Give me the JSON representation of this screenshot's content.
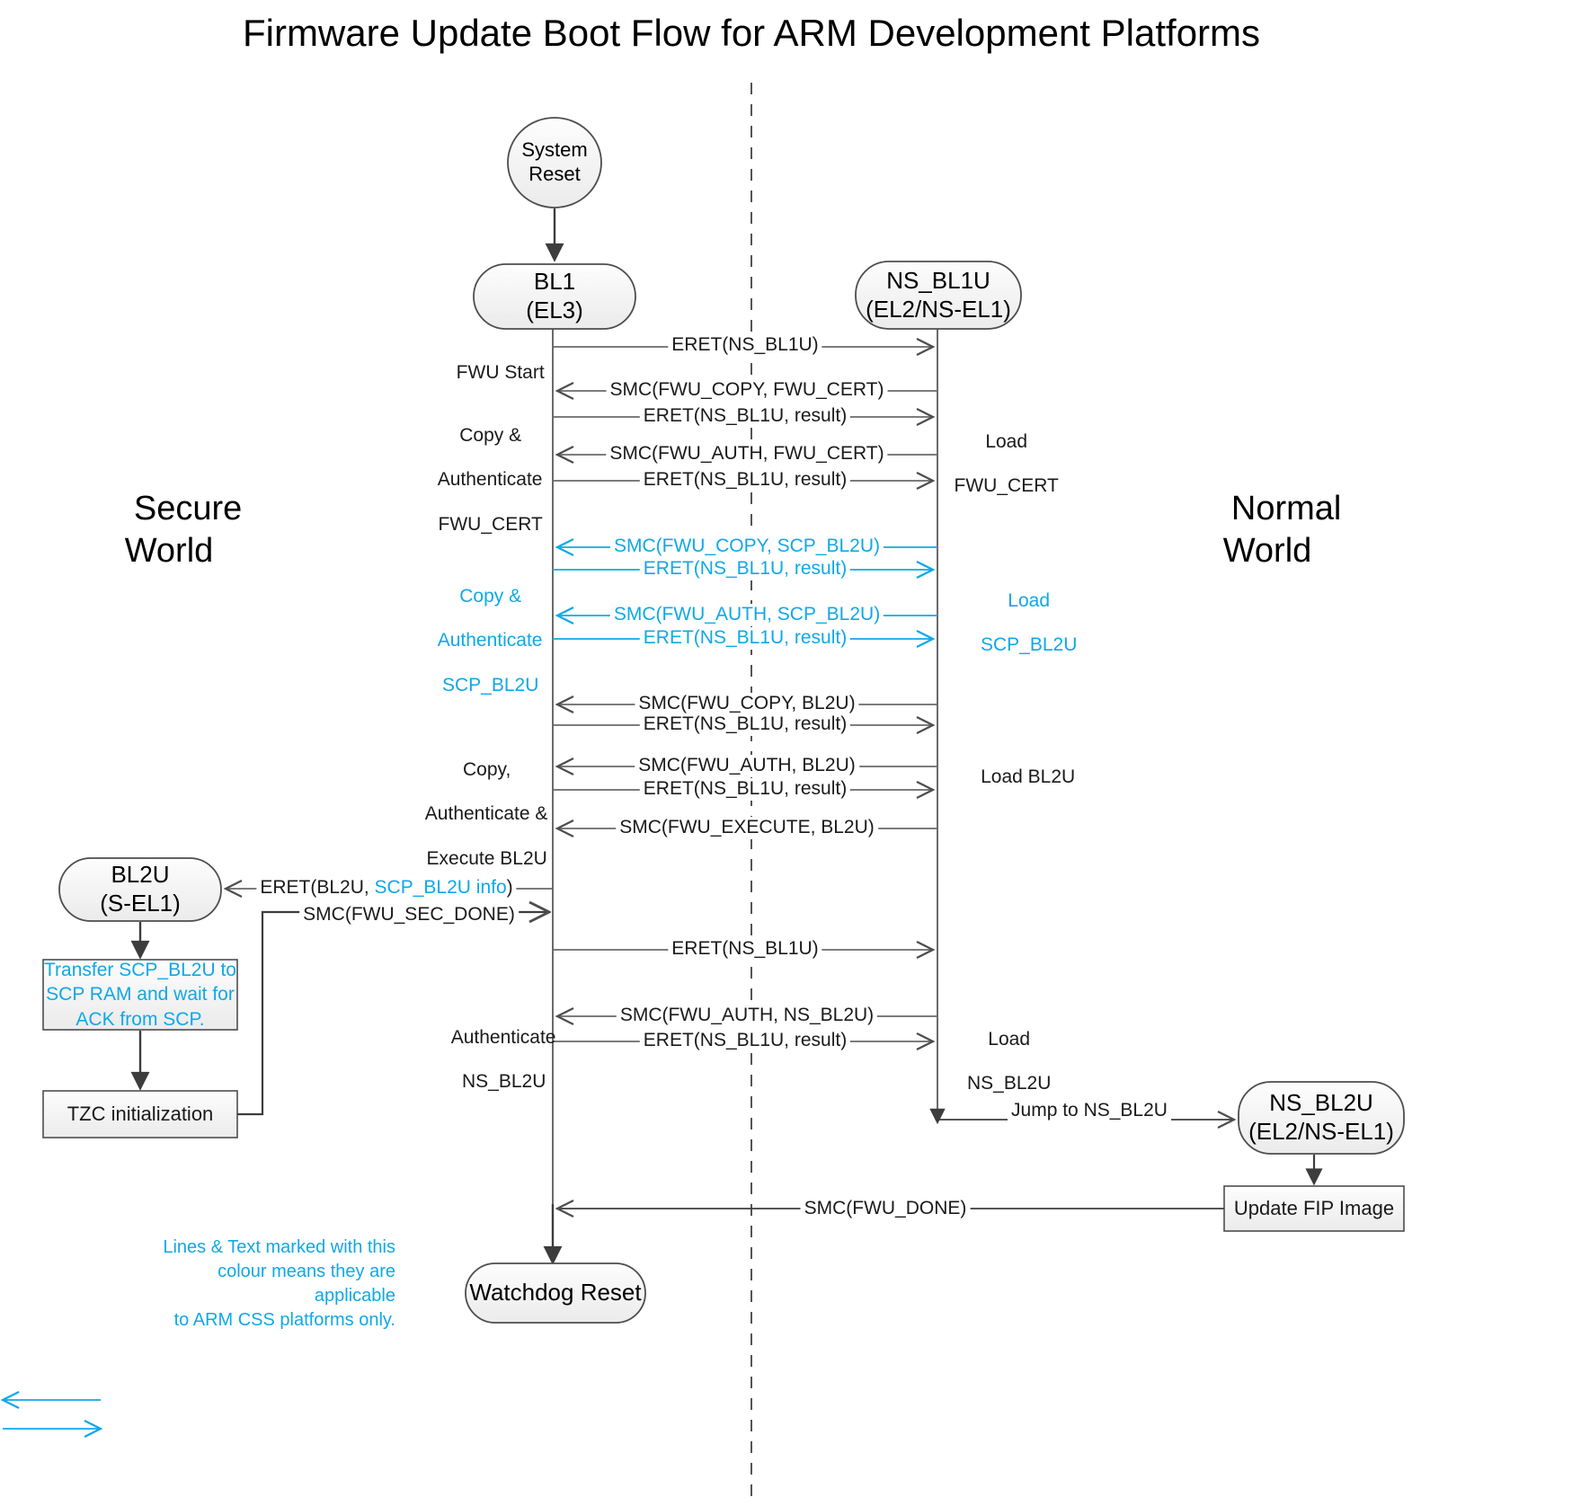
{
  "title": "Firmware Update Boot Flow for ARM Development Platforms",
  "colors": {
    "cyan": "#0FA8E8",
    "line": "#3d3d3d",
    "node_fill_top": "#fcfcfc",
    "node_fill_bottom": "#eeeeee",
    "node_stroke": "#4d4d4d",
    "text": "#1a1a1a"
  },
  "worlds": {
    "secure_line1": "Secure",
    "secure_line2": "World",
    "normal_line1": "Normal",
    "normal_line2": "World"
  },
  "nodes": {
    "system_reset": {
      "line1": "System",
      "line2": "Reset"
    },
    "bl1": {
      "line1": "BL1",
      "line2": "(EL3)"
    },
    "ns_bl1u": {
      "line1": "NS_BL1U",
      "line2": "(EL2/NS-EL1)"
    },
    "bl2u": {
      "line1": "BL2U",
      "line2": "(S-EL1)"
    },
    "ns_bl2u": {
      "line1": "NS_BL2U",
      "line2": "(EL2/NS-EL1)"
    },
    "watchdog_reset": {
      "line1": "Watchdog Reset"
    }
  },
  "process_boxes": [
    {
      "id": "transfer-scp",
      "lines": [
        "Transfer SCP_BL2U to",
        "SCP RAM and wait for",
        "ACK from SCP."
      ],
      "cyan": true
    },
    {
      "id": "tzc-init",
      "lines": [
        "TZC initialization"
      ],
      "cyan": false
    },
    {
      "id": "update-fip",
      "lines": [
        "Update FIP Image"
      ],
      "cyan": false
    }
  ],
  "left_annotations": [
    {
      "id": "fwu-start",
      "lines": [
        "FWU Start"
      ],
      "cyan": false
    },
    {
      "id": "copy-auth-fwu-cert",
      "lines": [
        "Copy &",
        "Authenticate",
        "FWU_CERT"
      ],
      "cyan": false
    },
    {
      "id": "copy-auth-scp-bl2u",
      "lines": [
        "Copy &",
        "Authenticate",
        "SCP_BL2U"
      ],
      "cyan": true
    },
    {
      "id": "copy-auth-exec-bl2u",
      "lines": [
        "Copy,",
        "Authenticate &",
        "Execute BL2U"
      ],
      "cyan": false
    },
    {
      "id": "authenticate-ns-bl2u",
      "lines": [
        "Authenticate",
        "NS_BL2U"
      ],
      "cyan": false
    }
  ],
  "right_annotations": [
    {
      "id": "load-fwu-cert",
      "lines": [
        "Load",
        "FWU_CERT"
      ],
      "cyan": false
    },
    {
      "id": "load-scp-bl2u",
      "lines": [
        "Load",
        "SCP_BL2U"
      ],
      "cyan": true
    },
    {
      "id": "load-bl2u",
      "lines": [
        "Load BL2U"
      ],
      "cyan": false
    },
    {
      "id": "load-ns-bl2u",
      "lines": [
        "Load",
        "NS_BL2U"
      ],
      "cyan": false
    }
  ],
  "messages": [
    {
      "id": "m1",
      "text": "ERET(NS_BL1U)",
      "cyan": false
    },
    {
      "id": "m2",
      "text": "SMC(FWU_COPY, FWU_CERT)",
      "cyan": false
    },
    {
      "id": "m3",
      "text": "ERET(NS_BL1U, result)",
      "cyan": false
    },
    {
      "id": "m4",
      "text": "SMC(FWU_AUTH, FWU_CERT)",
      "cyan": false
    },
    {
      "id": "m5",
      "text": "ERET(NS_BL1U, result)",
      "cyan": false
    },
    {
      "id": "m6",
      "text": "SMC(FWU_COPY, SCP_BL2U)",
      "cyan": true
    },
    {
      "id": "m7",
      "text": "ERET(NS_BL1U, result)",
      "cyan": true
    },
    {
      "id": "m8",
      "text": "SMC(FWU_AUTH, SCP_BL2U)",
      "cyan": true
    },
    {
      "id": "m9",
      "text": "ERET(NS_BL1U, result)",
      "cyan": true
    },
    {
      "id": "m10",
      "text": "SMC(FWU_COPY, BL2U)",
      "cyan": false
    },
    {
      "id": "m11",
      "text": "ERET(NS_BL1U, result)",
      "cyan": false
    },
    {
      "id": "m12",
      "text": "SMC(FWU_AUTH, BL2U)",
      "cyan": false
    },
    {
      "id": "m13",
      "text": "ERET(NS_BL1U, result)",
      "cyan": false
    },
    {
      "id": "m14",
      "text": "SMC(FWU_EXECUTE, BL2U)",
      "cyan": false
    },
    {
      "id": "m15",
      "text": "SMC(FWU_SEC_DONE)",
      "cyan": false
    },
    {
      "id": "m16",
      "text": "ERET(NS_BL1U)",
      "cyan": false
    },
    {
      "id": "m17",
      "text": "SMC(FWU_AUTH, NS_BL2U)",
      "cyan": false
    },
    {
      "id": "m18",
      "text": "ERET(NS_BL1U, result)",
      "cyan": false
    },
    {
      "id": "m19",
      "text": "Jump to NS_BL2U",
      "cyan": false
    },
    {
      "id": "m20",
      "text": "SMC(FWU_DONE)",
      "cyan": false
    }
  ],
  "eret_bl2u": {
    "prefix": "ERET(BL2U, ",
    "highlight": "SCP_BL2U info",
    "suffix": ")"
  },
  "legend": {
    "line1": "Lines & Text marked with this",
    "line2": "colour means they are applicable",
    "line3": "to ARM CSS platforms only."
  }
}
